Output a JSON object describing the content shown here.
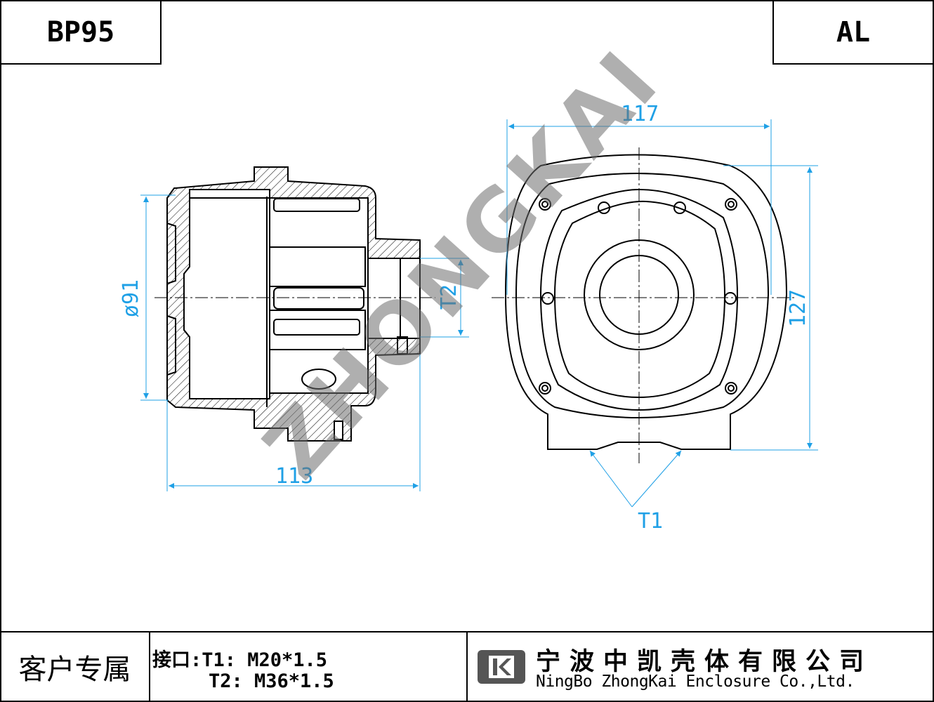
{
  "header": {
    "model": "BP95",
    "material": "AL"
  },
  "dimensions": {
    "overall_width": "117",
    "overall_height": "127",
    "side_length": "113",
    "diameter": "ø91",
    "port_t2": "T2",
    "port_t1": "T1"
  },
  "watermark": "ZHONGKAI",
  "footer": {
    "customer_label": "客户专属",
    "port_line1": "接口:T1: M20*1.5",
    "port_line2": "T2: M36*1.5",
    "company_cn": "宁波中凯壳体有限公司",
    "company_en": "NingBo ZhongKai Enclosure Co.,Ltd."
  },
  "colors": {
    "line": "#000000",
    "dimension": "#1fa0e6",
    "watermark": "#6e6e6e"
  }
}
